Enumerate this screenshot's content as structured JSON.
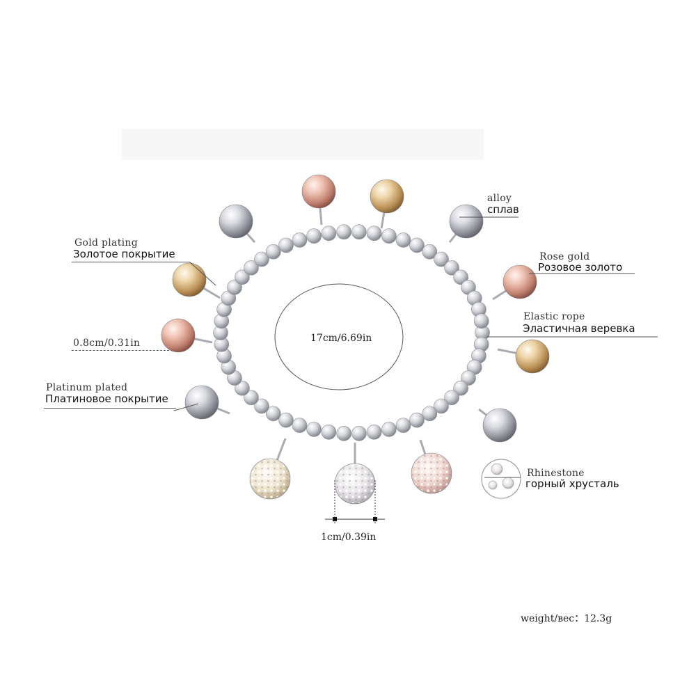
{
  "labels": {
    "gold_en": "Gold plating",
    "gold_ru": "Золотое покрытие",
    "bead_size": "0.8cm/0.31in",
    "platinum_en": "Platinum plated",
    "platinum_ru": "Платиновое покрытие",
    "alloy_en": "alloy",
    "alloy_ru": "сплав",
    "rose_en": "Rose gold",
    "rose_ru": "Розовое золото",
    "elastic_en": "Elastic rope",
    "elastic_ru": "Эластичная веревка",
    "rhinestone_en": "Rhinestone",
    "rhinestone_ru": "горный хрусталь",
    "diameter": "17cm/6.69in",
    "charm_size": "1cm/0.39in",
    "weight": "weight/вес：12.3g"
  },
  "colors": {
    "silver": "#c9ccd3",
    "gold": "#e3c48d",
    "rose": "#e6b4a4",
    "line": "#555555"
  }
}
